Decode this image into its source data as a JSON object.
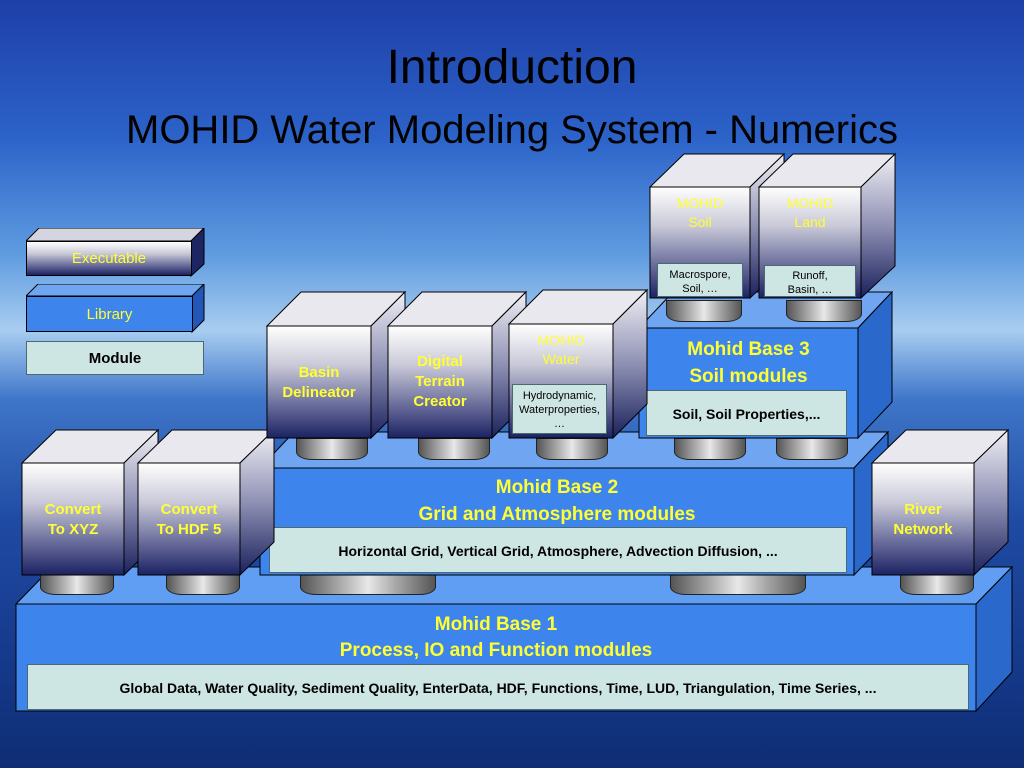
{
  "title": "Introduction",
  "subtitle": "MOHID Water Modeling System - Numerics",
  "legend": {
    "executable": "Executable",
    "library": "Library",
    "module": "Module"
  },
  "base1": {
    "title_line1": "Mohid Base 1",
    "title_line2": "Process, IO and Function modules",
    "modules": "Global Data, Water Quality, Sediment Quality, EnterData, HDF, Functions, Time, LUD, Triangulation, Time Series, ..."
  },
  "base2": {
    "title_line1": "Mohid Base 2",
    "title_line2": "Grid and Atmosphere modules",
    "modules": "Horizontal Grid, Vertical Grid, Atmosphere, Advection Diffusion, ..."
  },
  "base3": {
    "title_line1": "Mohid Base 3",
    "title_line2": "Soil modules",
    "modules": "Soil, Soil Properties,..."
  },
  "executables": {
    "convert_xyz": {
      "line1": "Convert",
      "line2": "To XYZ"
    },
    "convert_hdf5": {
      "line1": "Convert",
      "line2": "To HDF 5"
    },
    "basin_delineator": {
      "line1": "Basin",
      "line2": "Delineator"
    },
    "digital_terrain": {
      "line1": "Digital",
      "line2": "Terrain",
      "line3": "Creator"
    },
    "mohid_water": {
      "line1": "MOHID",
      "line2": "Water",
      "modules_line1": "Hydrodynamic,",
      "modules_line2": "Waterproperties,",
      "modules_line3": "…"
    },
    "mohid_soil": {
      "line1": "MOHID",
      "line2": "Soil",
      "modules_line1": "Macrospore,",
      "modules_line2": "Soil, …"
    },
    "mohid_land": {
      "line1": "MOHID",
      "line2": "Land",
      "modules_line1": "Runoff,",
      "modules_line2": "Basin, …"
    },
    "river_network": {
      "line1": "River",
      "line2": "Network"
    }
  },
  "colors": {
    "library_blue": "#3d85ec",
    "module_fill": "#cde6e3",
    "label_yellow": "#ffff33"
  }
}
